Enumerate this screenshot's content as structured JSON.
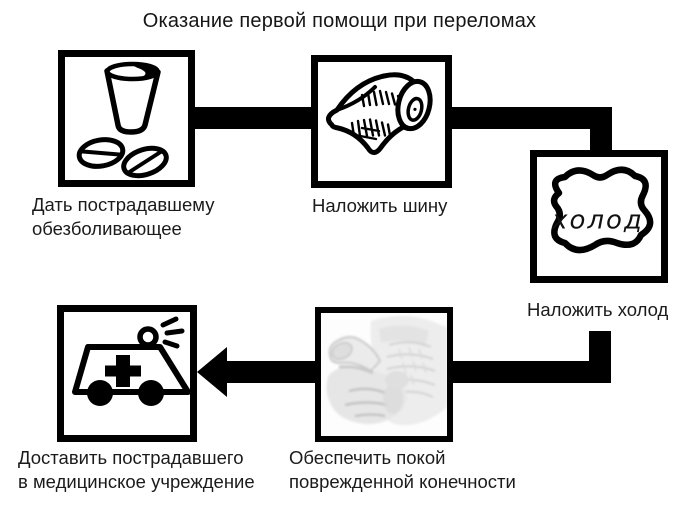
{
  "title": "Оказание первой помощи при переломах",
  "colors": {
    "background": "#ffffff",
    "diagram_ink": "#000000",
    "caption_text": "#1b1b1b"
  },
  "steps": [
    {
      "name": "give-painkiller",
      "icon": "cup-and-pills-icon",
      "caption_line1": "Дать пострадавшему",
      "caption_line2": "обезболивающее"
    },
    {
      "name": "apply-splint",
      "icon": "bandage-roll-icon",
      "caption_line1": "Наложить шину",
      "caption_line2": ""
    },
    {
      "name": "apply-cold",
      "icon": "ice-pack-icon",
      "ice_pack_label": "холод",
      "caption_line1": "Наложить холод",
      "caption_line2": ""
    },
    {
      "name": "rest-injured-limb",
      "icon": "bandaged-hand-photo",
      "caption_line1": "Обеспечить покой",
      "caption_line2": "поврежденной конечности"
    },
    {
      "name": "transport-to-hospital",
      "icon": "ambulance-icon",
      "caption_line1": "Доставить пострадавшего",
      "caption_line2": "в медицинское учреждение"
    }
  ]
}
